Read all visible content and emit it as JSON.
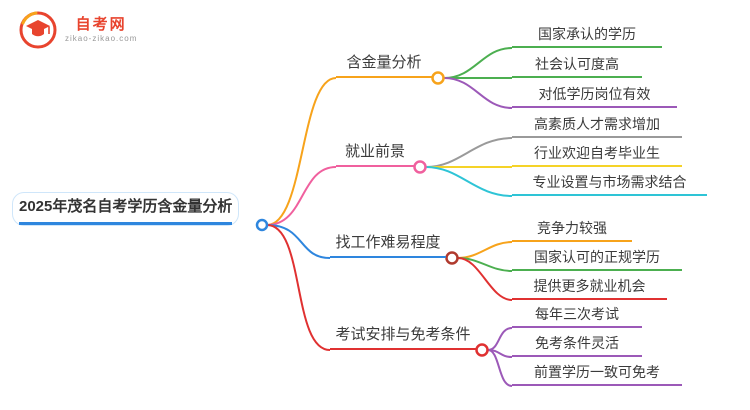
{
  "logo": {
    "title": "自考网",
    "subtitle": "zikao-zikao.com"
  },
  "root": {
    "label": "2025年茂名自考学历含金量分析",
    "underline_color": "#2E86DE"
  },
  "branches": [
    {
      "label": "含金量分析",
      "line_color": "#F7A31B",
      "junction_color": "#F7A31B",
      "children": [
        {
          "label": "国家承认的学历",
          "color": "#4CAF50"
        },
        {
          "label": "社会认可度高",
          "color": "#4CAF50"
        },
        {
          "label": "对低学历岗位有效",
          "color": "#9C59B8"
        }
      ]
    },
    {
      "label": "就业前景",
      "line_color": "#F0609E",
      "junction_color": "#F0609E",
      "children": [
        {
          "label": "高素质人才需求增加",
          "color": "#9a9a9a"
        },
        {
          "label": "行业欢迎自考毕业生",
          "color": "#F5D328"
        },
        {
          "label": "专业设置与市场需求结合",
          "color": "#2EC4D6"
        }
      ]
    },
    {
      "label": "找工作难易程度",
      "line_color": "#2E86DE",
      "junction_color": "#B03A2E",
      "children": [
        {
          "label": "竞争力较强",
          "color": "#F7A31B"
        },
        {
          "label": "国家认可的正规学历",
          "color": "#4CAF50"
        },
        {
          "label": "提供更多就业机会",
          "color": "#E03131"
        }
      ]
    },
    {
      "label": "考试安排与免考条件",
      "line_color": "#E03131",
      "junction_color": "#E03131",
      "children": [
        {
          "label": "每年三次考试",
          "color": "#9C59B8"
        },
        {
          "label": "免考条件灵活",
          "color": "#9C59B8"
        },
        {
          "label": "前置学历一致可免考",
          "color": "#9C59B8"
        }
      ]
    }
  ]
}
